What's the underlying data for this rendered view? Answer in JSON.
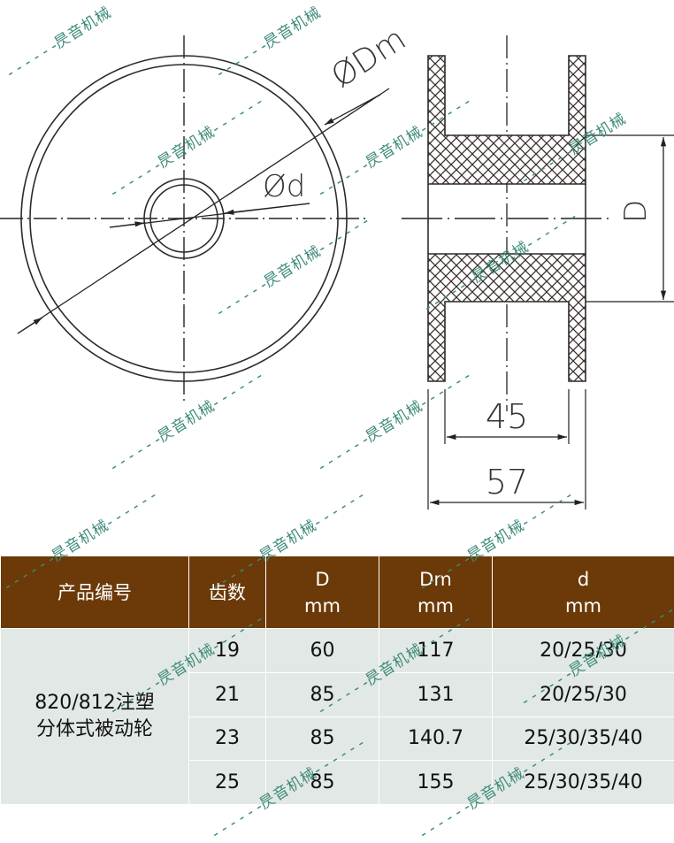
{
  "drawing": {
    "front_view": {
      "labels": {
        "outer_diameter": "ØDm",
        "bore_diameter": "Ød"
      }
    },
    "side_view": {
      "labels": {
        "diameter": "D",
        "inner_width": "45",
        "overall_width": "57"
      }
    }
  },
  "watermark": {
    "text": "昃音机械",
    "color": "#3d8a7a"
  },
  "table": {
    "header_bg": "#6b3a08",
    "body_bg": "#e1e8e5",
    "columns": [
      {
        "label": "产品编号",
        "unit": ""
      },
      {
        "label": "齿数",
        "unit": ""
      },
      {
        "label": "D",
        "unit": "mm"
      },
      {
        "label": "Dm",
        "unit": "mm"
      },
      {
        "label": "d",
        "unit": "mm"
      }
    ],
    "product": {
      "line1": "820/812注塑",
      "line2": "分体式被动轮"
    },
    "rows": [
      {
        "teeth": "19",
        "D": "60",
        "Dm": "117",
        "d": "20/25/30"
      },
      {
        "teeth": "21",
        "D": "85",
        "Dm": "131",
        "d": "20/25/30"
      },
      {
        "teeth": "23",
        "D": "85",
        "Dm": "140.7",
        "d": "25/30/35/40"
      },
      {
        "teeth": "25",
        "D": "85",
        "Dm": "155",
        "d": "25/30/35/40"
      }
    ]
  }
}
